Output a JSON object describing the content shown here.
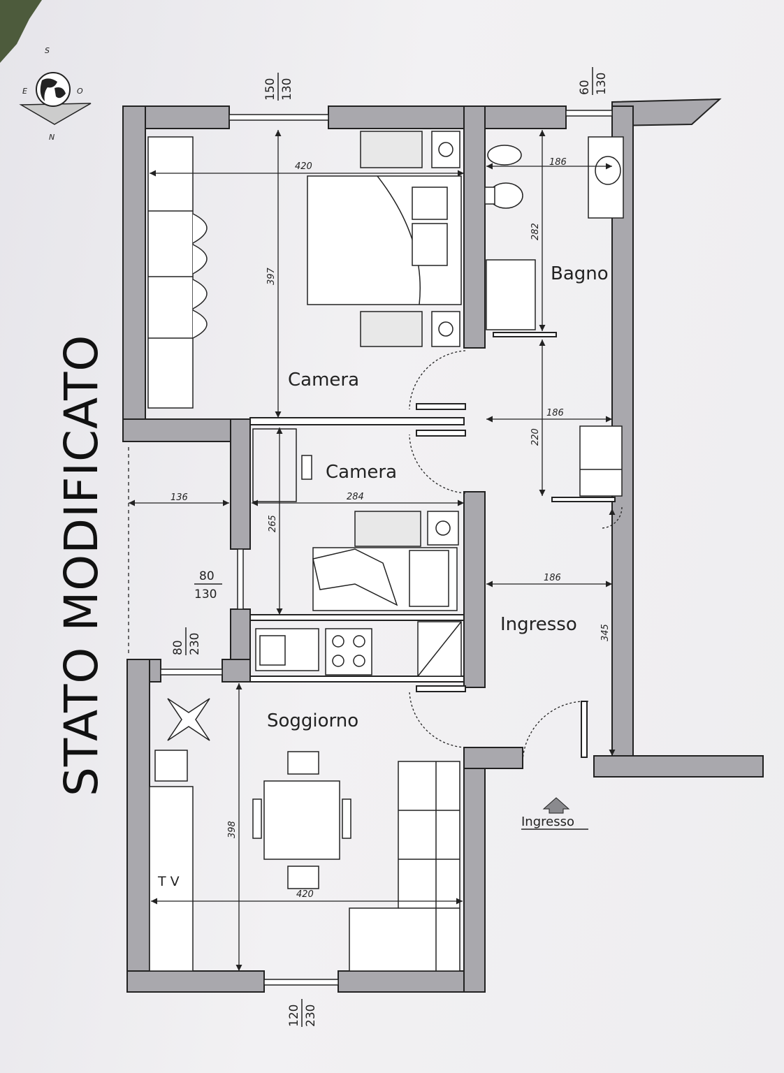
{
  "title": "STATO MODIFICATO",
  "compass": {
    "s": "S",
    "n": "N",
    "e": "E",
    "o": "O"
  },
  "rooms": [
    {
      "key": "camera1",
      "label": "Camera"
    },
    {
      "key": "camera2",
      "label": "Camera"
    },
    {
      "key": "bagno",
      "label": "Bagno"
    },
    {
      "key": "ingresso",
      "label": "Ingresso"
    },
    {
      "key": "soggiorno",
      "label": "Soggiorno"
    }
  ],
  "entrance_label": "Ingresso",
  "tv_label": "T V",
  "dimensions": {
    "camera1_width": "420",
    "camera1_height": "397",
    "bagno_width": "186",
    "bagno_height": "282",
    "corridor_width": "186",
    "corridor_height": "220",
    "camera2_width": "284",
    "camera2_height": "265",
    "balcony_width": "136",
    "ingresso_width": "186",
    "ingresso_height": "345",
    "soggiorno_height": "398",
    "soggiorno_width": "420"
  },
  "windows": [
    {
      "key": "w1",
      "num": "150",
      "den": "130"
    },
    {
      "key": "w2",
      "num": "60",
      "den": "130"
    },
    {
      "key": "w3",
      "num": "80",
      "den": "130"
    },
    {
      "key": "w4",
      "num": "80",
      "den": "230"
    },
    {
      "key": "w5",
      "num": "120",
      "den": "230"
    }
  ],
  "colors": {
    "wall": "#a9a8ad",
    "wall_stroke": "#222222",
    "line": "#222222"
  }
}
